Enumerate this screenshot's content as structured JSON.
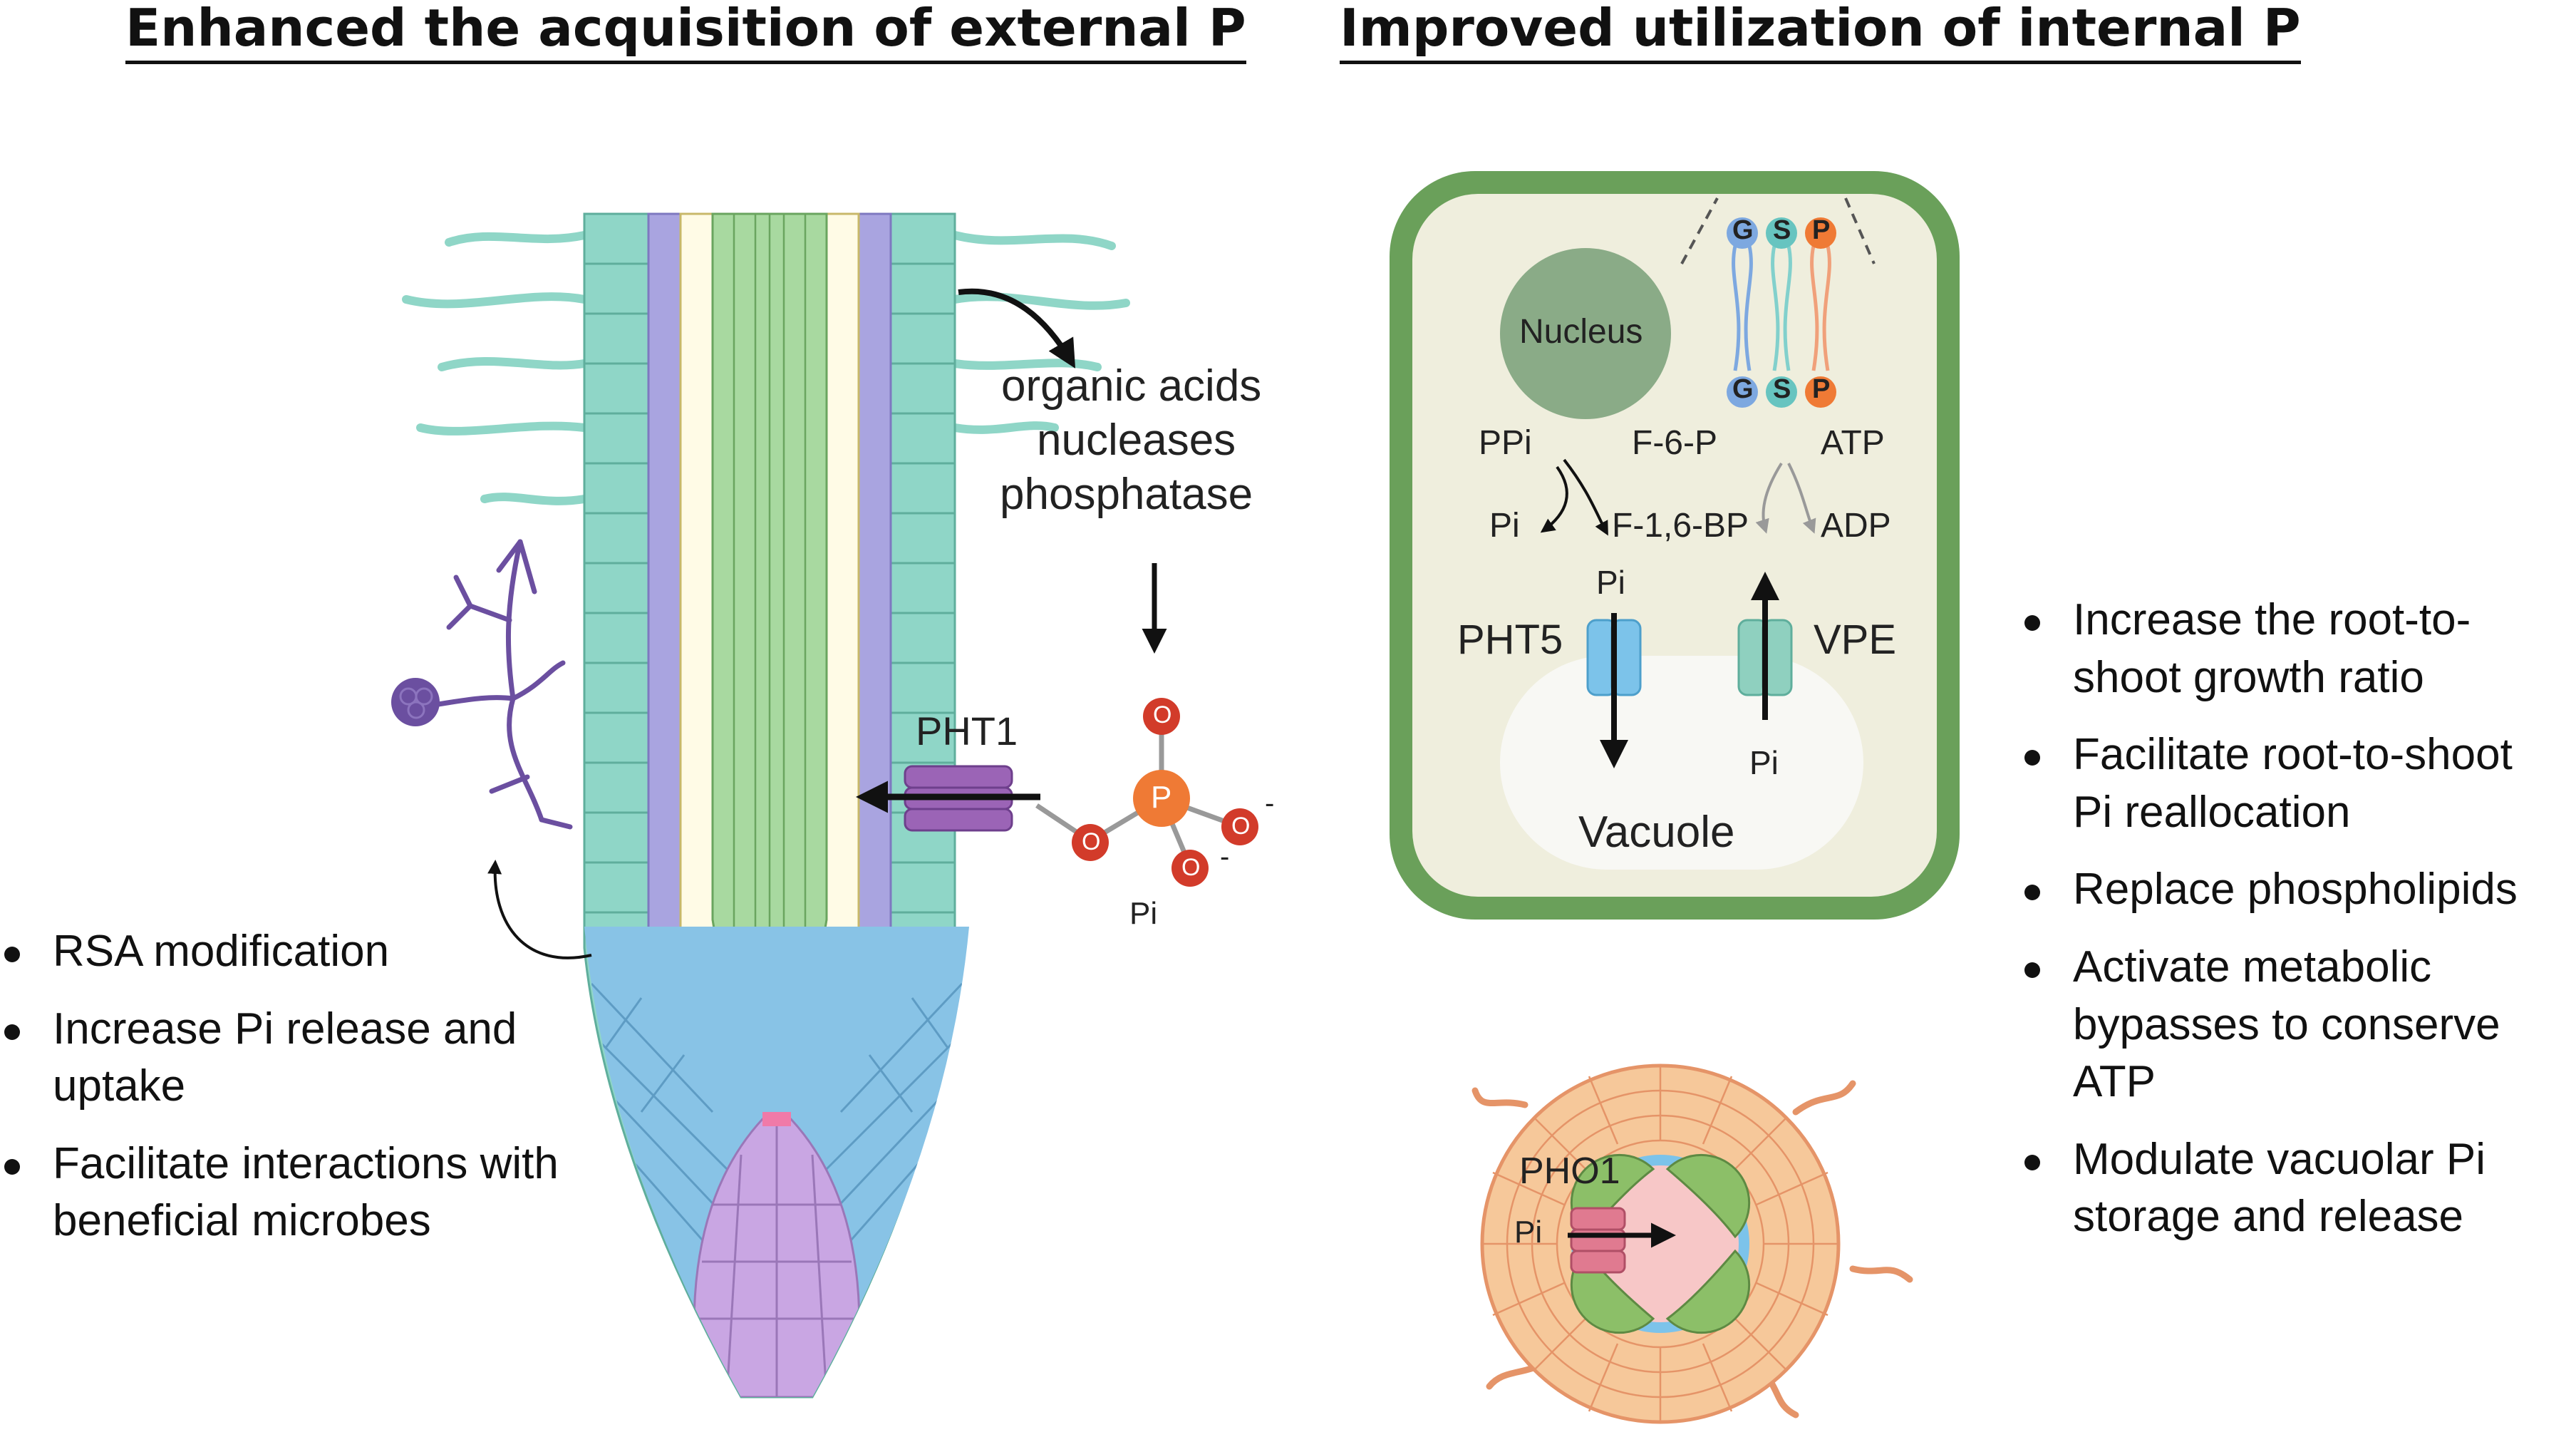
{
  "headers": {
    "left": "Enhanced the acquisition of external P",
    "right": "Improved utilization of internal P"
  },
  "root_panel": {
    "secretions": [
      "organic acids",
      "nucleases",
      "phosphatase"
    ],
    "transporter": "PHT1",
    "pi_label": "Pi",
    "phosphate": {
      "center": "P",
      "oxygen": "O",
      "charge": "-"
    },
    "bullets": [
      "RSA modification",
      "Increase Pi release and uptake",
      "Facilitate interactions with beneficial microbes"
    ]
  },
  "cell_panel": {
    "nucleus": "Nucleus",
    "lipid_heads": [
      "G",
      "S",
      "P"
    ],
    "reaction": {
      "ppi": "PPi",
      "f6p": "F-6-P",
      "atp": "ATP",
      "pi": "Pi",
      "f16bp": "F-1,6-BP",
      "adp": "ADP"
    },
    "pht5": "PHT5",
    "vpe": "VPE",
    "pi_top": "Pi",
    "pi_bottom": "Pi",
    "vacuole": "Vacuole"
  },
  "cross_section": {
    "transporter": "PHO1",
    "pi_label": "Pi"
  },
  "right_bullets": [
    "Increase the root-to-shoot growth ratio",
    "Facilitate root-to-shoot Pi reallocation",
    "Replace phospholipids",
    "Activate metabolic bypasses to conserve ATP",
    "Modulate vacuolar Pi storage and release"
  ],
  "colors": {
    "epidermis": "#8fd6c7",
    "cortex": "#a9a4e0",
    "endodermis": "#fffbe6",
    "stele": "#a8d9a0",
    "root_cap": "#c9a6e3",
    "cap_side": "#88c3e6",
    "cell_wall": "#6fa05a",
    "cytoplasm": "#efeedd",
    "nucleus": "#8aab87",
    "phosphate_p": "#ef7a35",
    "phosphate_o": "#d23b2a",
    "pht1": "#9b64b6",
    "pht5": "#7cc3ea",
    "vpe": "#8fd0bf",
    "pho1": "#e07a90",
    "cross_section": "#f6c89a",
    "xylem_star": "#f7c7c7",
    "phloem": "#8cbf68",
    "microbe": "#6b4fa0"
  }
}
